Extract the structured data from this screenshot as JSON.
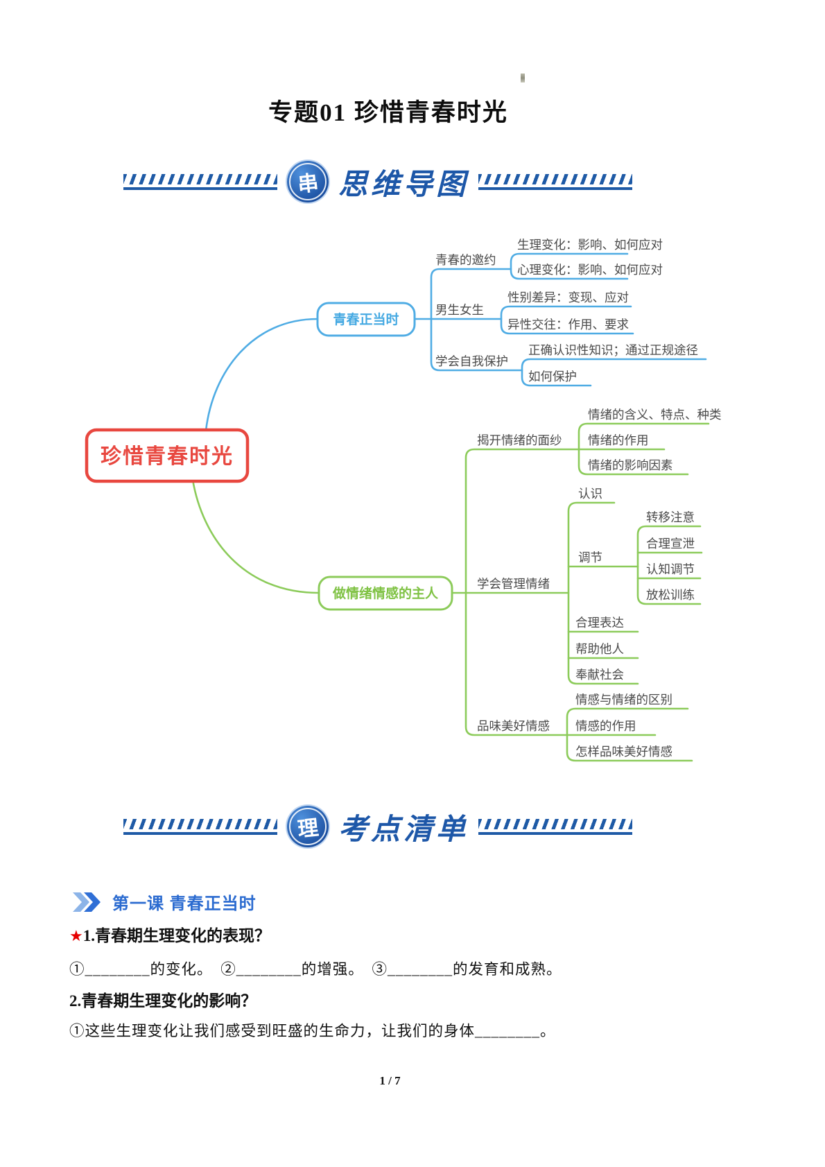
{
  "page": {
    "title": "专题01 珍惜青春时光",
    "footer": "1 / 7"
  },
  "sections": {
    "mindmap_header": {
      "badge": "串",
      "title": "思维导图"
    },
    "examlist_header": {
      "badge": "理",
      "title": "考点清单"
    }
  },
  "colors": {
    "header_blue": "#1E5AA6",
    "branch_blue": "#4FACE4",
    "branch_green": "#8CCB5A",
    "root_red": "#E8473F",
    "lesson_blue": "#2B6BD0",
    "star_red": "#E60000"
  },
  "mindmap": {
    "root": "珍惜青春时光",
    "topics": [
      {
        "label": "青春正当时",
        "children": [
          {
            "label": "青春的邀约",
            "children": [
              {
                "label": "生理变化：影响、如何应对"
              },
              {
                "label": "心理变化：影响、如何应对"
              }
            ]
          },
          {
            "label": "男生女生",
            "children": [
              {
                "label": "性别差异：变现、应对"
              },
              {
                "label": "异性交往：作用、要求"
              }
            ]
          },
          {
            "label": "学会自我保护",
            "children": [
              {
                "label": "正确认识性知识；通过正规途径"
              },
              {
                "label": "如何保护"
              }
            ]
          }
        ]
      },
      {
        "label": "做情绪情感的主人",
        "children": [
          {
            "label": "揭开情绪的面纱",
            "children": [
              {
                "label": "情绪的含义、特点、种类"
              },
              {
                "label": "情绪的作用"
              },
              {
                "label": "情绪的影响因素"
              }
            ]
          },
          {
            "label": "学会管理情绪",
            "children": [
              {
                "label": "认识"
              },
              {
                "label": "调节",
                "children": [
                  {
                    "label": "转移注意"
                  },
                  {
                    "label": "合理宣泄"
                  },
                  {
                    "label": "认知调节"
                  },
                  {
                    "label": "放松训练"
                  }
                ]
              },
              {
                "label": "合理表达"
              },
              {
                "label": "帮助他人"
              },
              {
                "label": "奉献社会"
              }
            ]
          },
          {
            "label": "品味美好情感",
            "children": [
              {
                "label": "情感与情绪的区别"
              },
              {
                "label": "情感的作用"
              },
              {
                "label": "怎样品味美好情感"
              }
            ]
          }
        ]
      }
    ]
  },
  "examlist": {
    "lesson1_heading": "第一课 青春正当时",
    "q1_star": "★",
    "q1": "1.青春期生理变化的表现？",
    "q1_blanks": "①________的变化。　②________的增强。　③________的发育和成熟。",
    "q2": "2.青春期生理变化的影响？",
    "q2_line1": "①这些生理变化让我们感受到旺盛的生命力，让我们的身体________。"
  }
}
